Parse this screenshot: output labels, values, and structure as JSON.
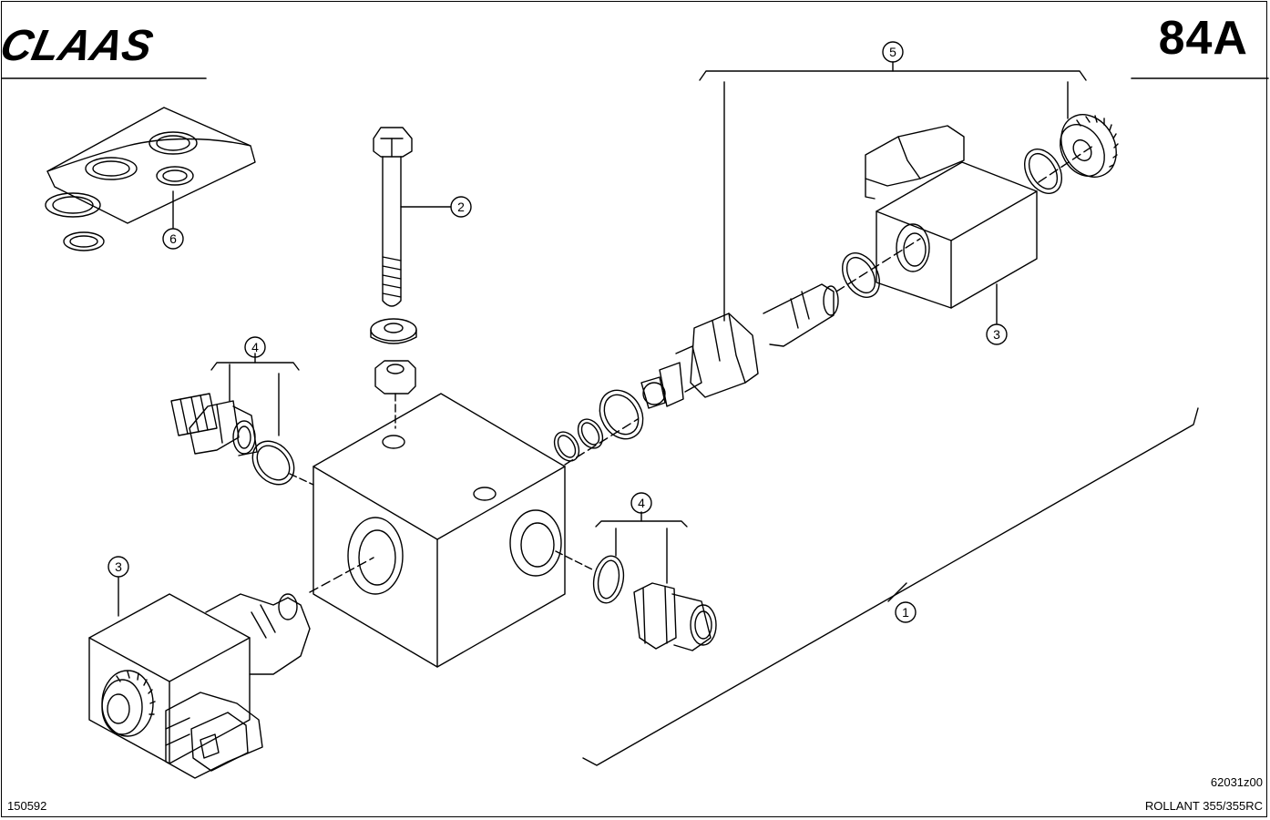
{
  "header": {
    "brand": "CLAAS",
    "page_code": "84A"
  },
  "footer": {
    "sheet_number": "150592",
    "drawing_id": "62031z00",
    "model": "ROLLANT 355/355RC"
  },
  "callouts": [
    "1",
    "2",
    "3",
    "3",
    "4",
    "4",
    "5",
    "6"
  ],
  "colors": {
    "ink": "#000000",
    "paper": "#ffffff"
  }
}
